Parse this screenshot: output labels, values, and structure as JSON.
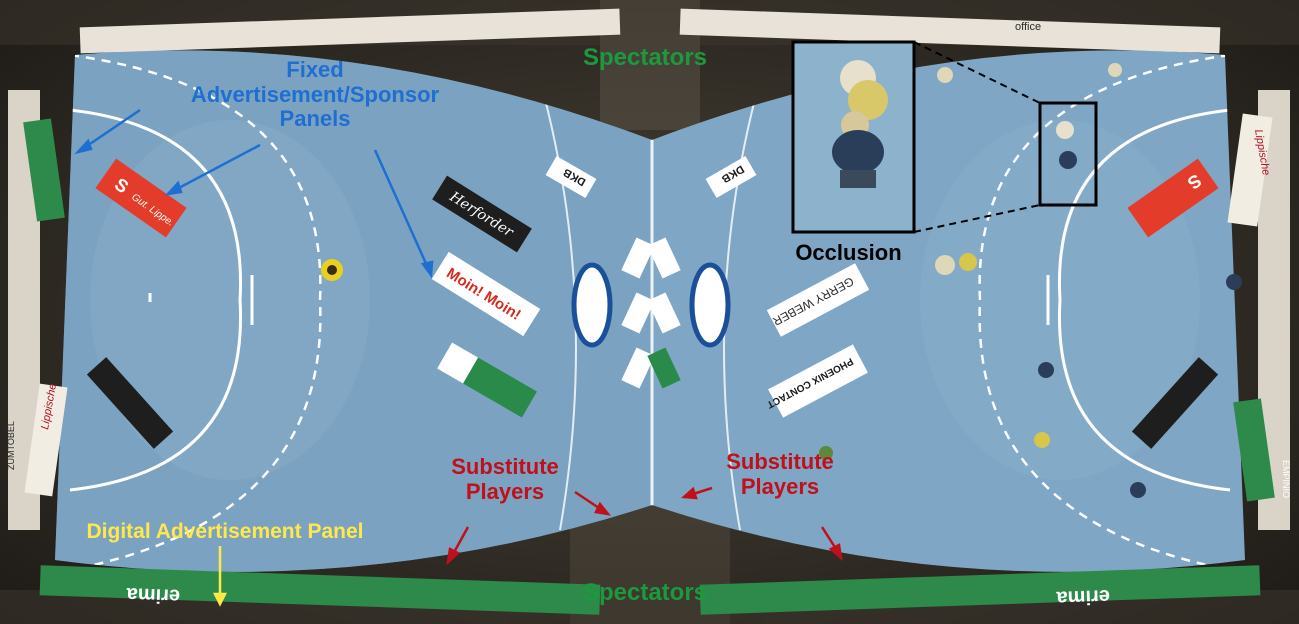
{
  "labels": {
    "fixed_ads": [
      "Fixed",
      "Advertisement/Sponsor",
      "Panels"
    ],
    "spectators_top": "Spectators",
    "spectators_bottom": "Spectators",
    "substitutes_left": [
      "Substitute",
      "Players"
    ],
    "substitutes_right": [
      "Substitute",
      "Players"
    ],
    "digital_ad": "Digital Advertisement Panel",
    "occlusion": "Occlusion"
  },
  "floor_ads": {
    "herforder": "Herforder",
    "moin": "Moin! Moin!",
    "gerry_weber": "GERRY WEBER",
    "phoenix_contact": "PHOENIX CONTACT",
    "dkb": "DKB",
    "sparkasse": "S",
    "sparkasse_tag": "Gut. Lippe."
  },
  "board_ads": {
    "erima": "erima",
    "lippische": "Lippische",
    "zumtobel": "ZUMTOBEL",
    "office": "office",
    "empinio": "EMPINIO"
  },
  "colors": {
    "court": "#7fa6c4",
    "court_dark": "#6f96b5",
    "label_blue": "#1f6fd1",
    "label_red": "#c0101a",
    "label_green": "#1a9a3c",
    "label_yellow": "#ffe94a",
    "board_green": "#2e8a4a"
  }
}
